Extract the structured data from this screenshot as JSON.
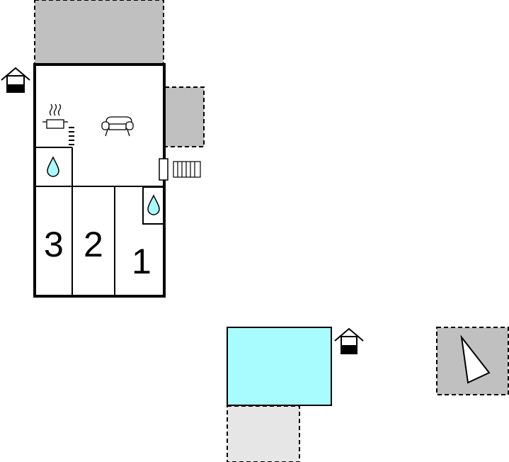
{
  "rooms": [
    {
      "label": "3"
    },
    {
      "label": "2"
    },
    {
      "label": "1"
    }
  ],
  "icons": {
    "entrance": "house-entrance-icon",
    "kitchen": "cooking-pot-icon",
    "stove": "stove-icon",
    "living": "sofa-icon",
    "bathroom": "water-drop-icon",
    "heating": "radiator-icon",
    "compass": "north-arrow-icon"
  },
  "colors": {
    "terrace": "#c0c0c0",
    "terrace_light": "#e6e6e6",
    "pool": "#a9fcfd",
    "water_drop": "#a9fcfd",
    "wall": "#000000"
  }
}
